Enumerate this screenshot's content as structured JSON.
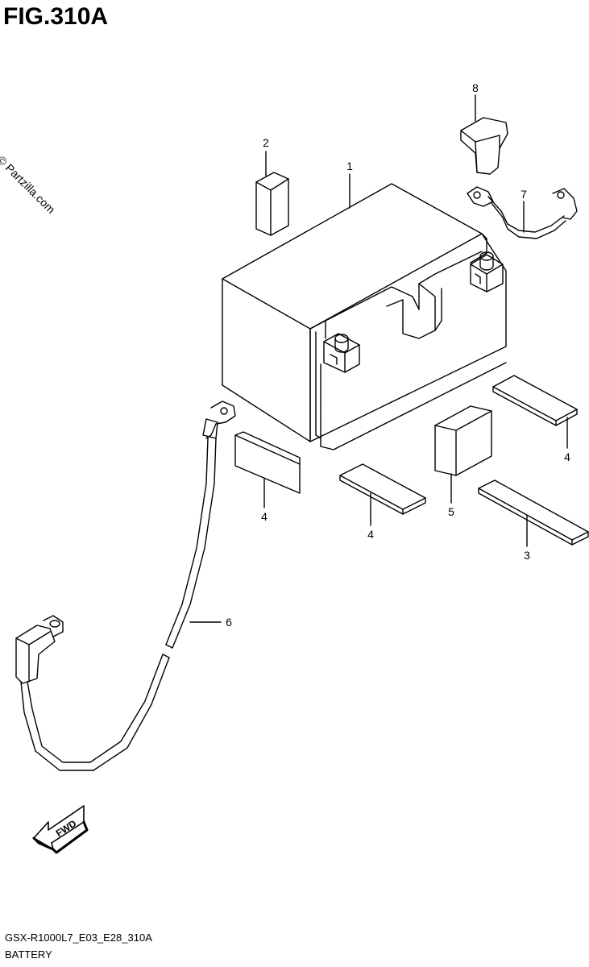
{
  "figure": {
    "title": "FIG.310A"
  },
  "watermark": "© Partzilla.com",
  "callouts": [
    {
      "id": "1",
      "label": "1",
      "part": "battery"
    },
    {
      "id": "2",
      "label": "2",
      "part": "label-card"
    },
    {
      "id": "3",
      "label": "3",
      "part": "pad-long"
    },
    {
      "id": "4a",
      "label": "4",
      "part": "pad-left"
    },
    {
      "id": "4b",
      "label": "4",
      "part": "pad-center"
    },
    {
      "id": "4c",
      "label": "4",
      "part": "pad-right"
    },
    {
      "id": "5",
      "label": "5",
      "part": "pad-square"
    },
    {
      "id": "6",
      "label": "6",
      "part": "negative-cable"
    },
    {
      "id": "7",
      "label": "7",
      "part": "positive-cable"
    },
    {
      "id": "8",
      "label": "8",
      "part": "terminal-cover"
    }
  ],
  "fwd_label": "FWD",
  "footer": {
    "model_code": "GSX-R1000L7_E03_E28_310A",
    "section": "BATTERY"
  }
}
